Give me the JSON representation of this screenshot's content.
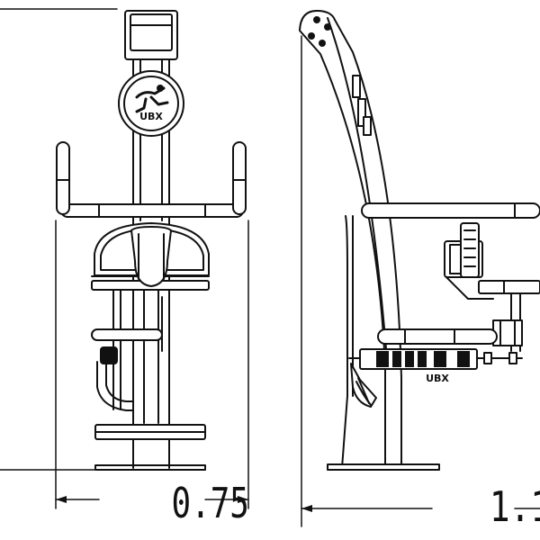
{
  "views": {
    "front": {
      "width_label": "0.75",
      "brand": "UBX"
    },
    "side": {
      "depth_label": "1.1",
      "brand": "UBX"
    }
  },
  "colors": {
    "line": "#111111",
    "background": "#ffffff"
  }
}
